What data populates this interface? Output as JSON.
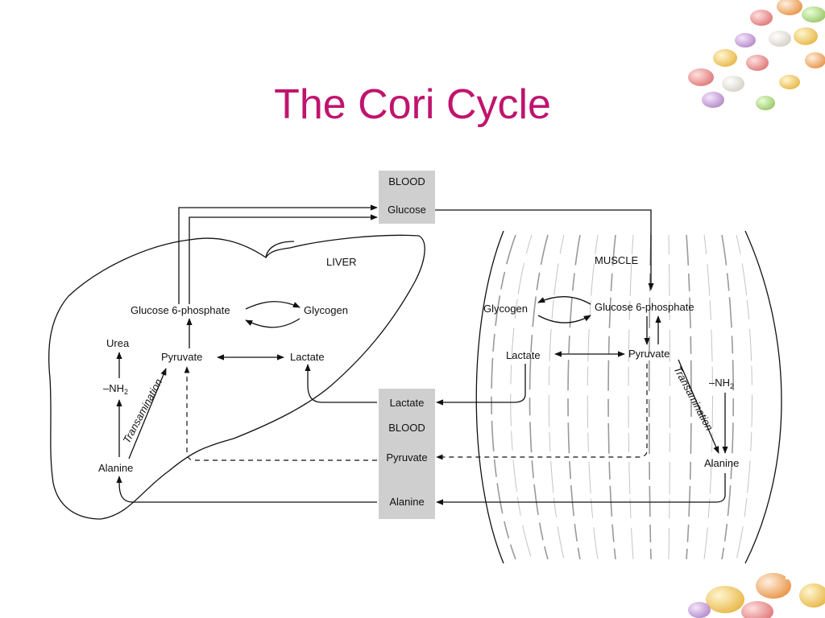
{
  "title": "The Cori Cycle",
  "blood": {
    "top_header": "BLOOD",
    "top_glucose": "Glucose",
    "lactate": "Lactate",
    "bottom_header": "BLOOD",
    "pyruvate": "Pyruvate",
    "alanine": "Alanine"
  },
  "liver": {
    "header": "LIVER",
    "glucose6p": "Glucose 6-phosphate",
    "glycogen": "Glycogen",
    "urea": "Urea",
    "pyruvate": "Pyruvate",
    "lactate": "Lactate",
    "nh2": "–NH",
    "nh2_sub": "2",
    "transamination": "Transamination",
    "alanine": "Alanine"
  },
  "muscle": {
    "header": "MUSCLE",
    "glycogen": "Glycogen",
    "glucose6p": "Glucose 6-phosphate",
    "lactate": "Lactate",
    "pyruvate": "Pyruvate",
    "transamination": "Transamination",
    "nh2": "–NH",
    "nh2_sub": "2",
    "alanine": "Alanine"
  },
  "colors": {
    "title": "#c0146e",
    "blood_box": "#cfcfcf"
  },
  "decorations": [
    "candy-eggs-top-right",
    "candy-eggs-bottom-right"
  ]
}
